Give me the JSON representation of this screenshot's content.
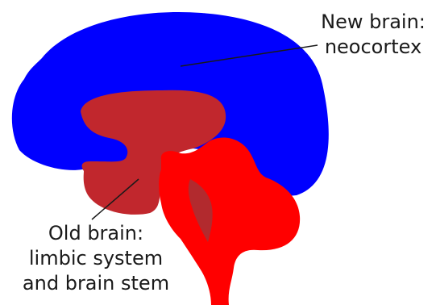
{
  "diagram": {
    "labels": {
      "neocortex": {
        "line1": "New brain:",
        "line2": "neocortex"
      },
      "old_brain": {
        "line1": "Old brain:",
        "line2": "limbic system",
        "line3": "and brain stem"
      }
    },
    "colors": {
      "neocortex": "#0000ff",
      "limbic_system": "#c1272d",
      "brain_stem_cerebellum": "#ff0000",
      "overlap": "#b22a2e",
      "leader_line": "#1a1a1a",
      "text": "#1a1a1a"
    }
  }
}
